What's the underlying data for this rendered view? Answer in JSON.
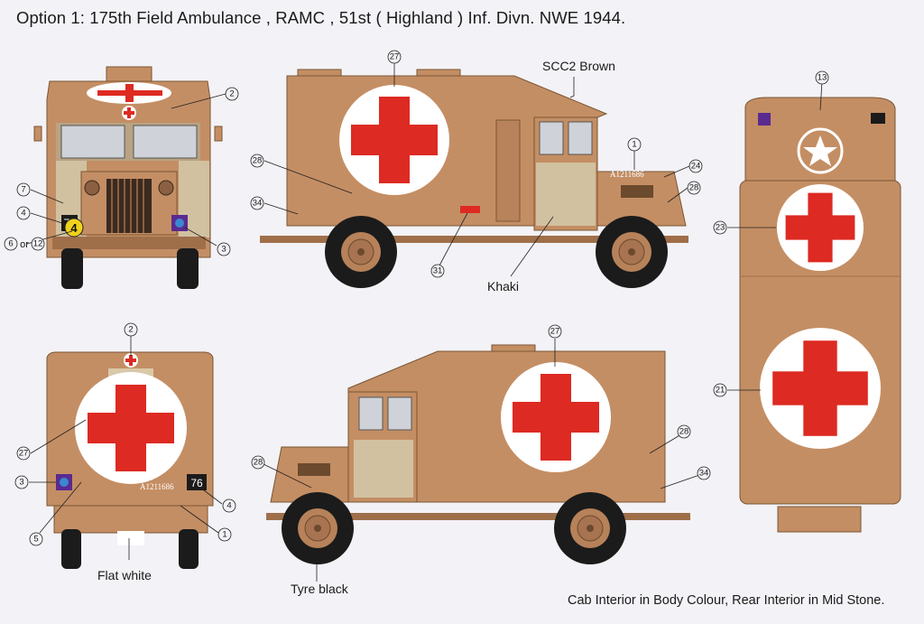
{
  "title": "Option 1: 175th Field Ambulance , RAMC , 51st ( Highland ) Inf. Divn. NWE 1944.",
  "footer": "Cab Interior in  Body Colour,  Rear Interior in Mid Stone.",
  "colors": {
    "body": "#c48e64",
    "body_dark": "#9f6f4a",
    "khaki": "#d1c1a0",
    "red_cross": "#dd2a22",
    "white": "#ffffff",
    "tyre": "#1b1b1b",
    "glass": "#cfd2d8"
  },
  "color_labels": {
    "scc2": "SCC2 Brown",
    "khaki": "Khaki",
    "flat_white": "Flat white",
    "tyre_black": "Tyre black"
  },
  "markings": {
    "registration": "A1211686",
    "tac_number": "76",
    "bridge_class": "4",
    "other_or": "or"
  },
  "callouts": {
    "front_view": [
      "2",
      "7",
      "4",
      "6",
      "12",
      "3"
    ],
    "right_side": [
      "27",
      "28",
      "34",
      "1",
      "24",
      "28",
      "31"
    ],
    "top_view": [
      "13",
      "23",
      "21"
    ],
    "rear_view": [
      "2",
      "27",
      "3",
      "5",
      "4",
      "1"
    ],
    "left_side": [
      "27",
      "28",
      "28",
      "34"
    ]
  }
}
